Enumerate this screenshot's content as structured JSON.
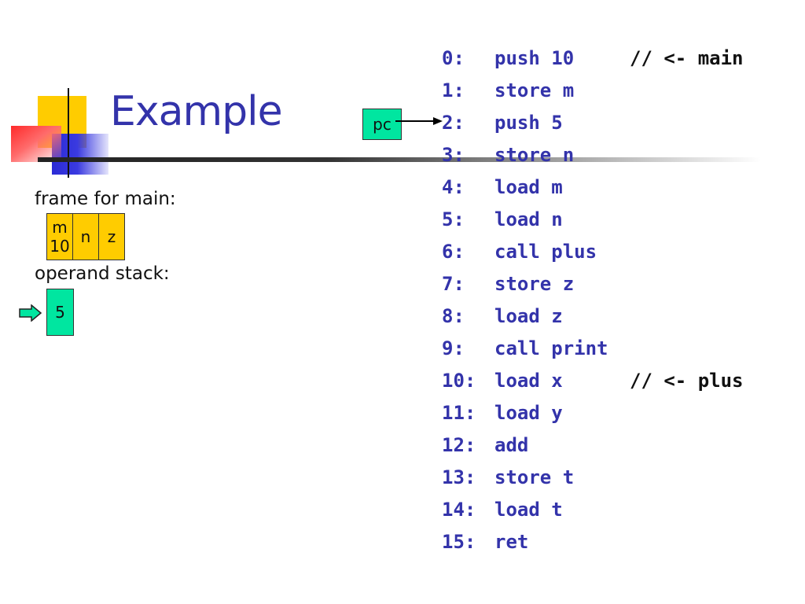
{
  "title": "Example",
  "pc_label": "pc",
  "frame_label": "frame for main:",
  "frame_cells": [
    {
      "name": "m",
      "value": "10"
    },
    {
      "name": "n",
      "value": ""
    },
    {
      "name": "z",
      "value": ""
    }
  ],
  "stack_label": "operand stack:",
  "stack_values": [
    "5"
  ],
  "colors": {
    "title": "#3333aa",
    "code": "#3333aa",
    "frame": "#ffcc00",
    "stack": "#00e6a0"
  },
  "code": [
    {
      "addr": "0:",
      "instr": "push 10",
      "comment": "// <- main"
    },
    {
      "addr": "1:",
      "instr": "store m",
      "comment": ""
    },
    {
      "addr": "2:",
      "instr": "push 5",
      "comment": ""
    },
    {
      "addr": "3:",
      "instr": "store n",
      "comment": ""
    },
    {
      "addr": "4:",
      "instr": "load m",
      "comment": ""
    },
    {
      "addr": "5:",
      "instr": "load n",
      "comment": ""
    },
    {
      "addr": "6:",
      "instr": "call plus",
      "comment": ""
    },
    {
      "addr": "7:",
      "instr": "store z",
      "comment": ""
    },
    {
      "addr": "8:",
      "instr": "load z",
      "comment": ""
    },
    {
      "addr": "9:",
      "instr": "call print",
      "comment": ""
    },
    {
      "addr": "10:",
      "instr": "load x",
      "comment": "// <- plus"
    },
    {
      "addr": "11:",
      "instr": "load y",
      "comment": ""
    },
    {
      "addr": "12:",
      "instr": "add",
      "comment": ""
    },
    {
      "addr": "13:",
      "instr": "store t",
      "comment": ""
    },
    {
      "addr": "14:",
      "instr": "load t",
      "comment": ""
    },
    {
      "addr": "15:",
      "instr": "ret",
      "comment": ""
    }
  ]
}
